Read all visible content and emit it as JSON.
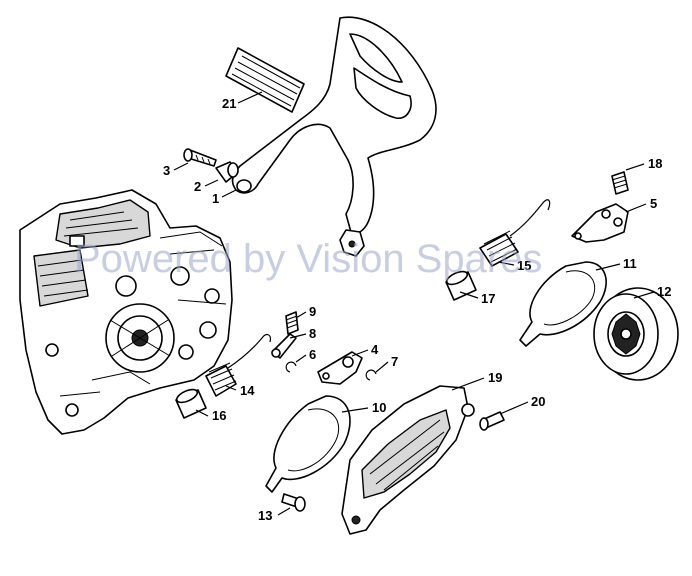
{
  "watermark": "Powered by Vision Spares",
  "callouts": [
    {
      "id": "c1",
      "label": "1"
    },
    {
      "id": "c2",
      "label": "2"
    },
    {
      "id": "c3",
      "label": "3"
    },
    {
      "id": "c4",
      "label": "4"
    },
    {
      "id": "c5",
      "label": "5"
    },
    {
      "id": "c6",
      "label": "6"
    },
    {
      "id": "c7",
      "label": "7"
    },
    {
      "id": "c8",
      "label": "8"
    },
    {
      "id": "c9",
      "label": "9"
    },
    {
      "id": "c10",
      "label": "10"
    },
    {
      "id": "c11",
      "label": "11"
    },
    {
      "id": "c12",
      "label": "12"
    },
    {
      "id": "c13",
      "label": "13"
    },
    {
      "id": "c14",
      "label": "14"
    },
    {
      "id": "c15",
      "label": "15"
    },
    {
      "id": "c16",
      "label": "16"
    },
    {
      "id": "c17",
      "label": "17"
    },
    {
      "id": "c18",
      "label": "18"
    },
    {
      "id": "c19",
      "label": "19"
    },
    {
      "id": "c20",
      "label": "20"
    },
    {
      "id": "c21",
      "label": "21"
    }
  ]
}
